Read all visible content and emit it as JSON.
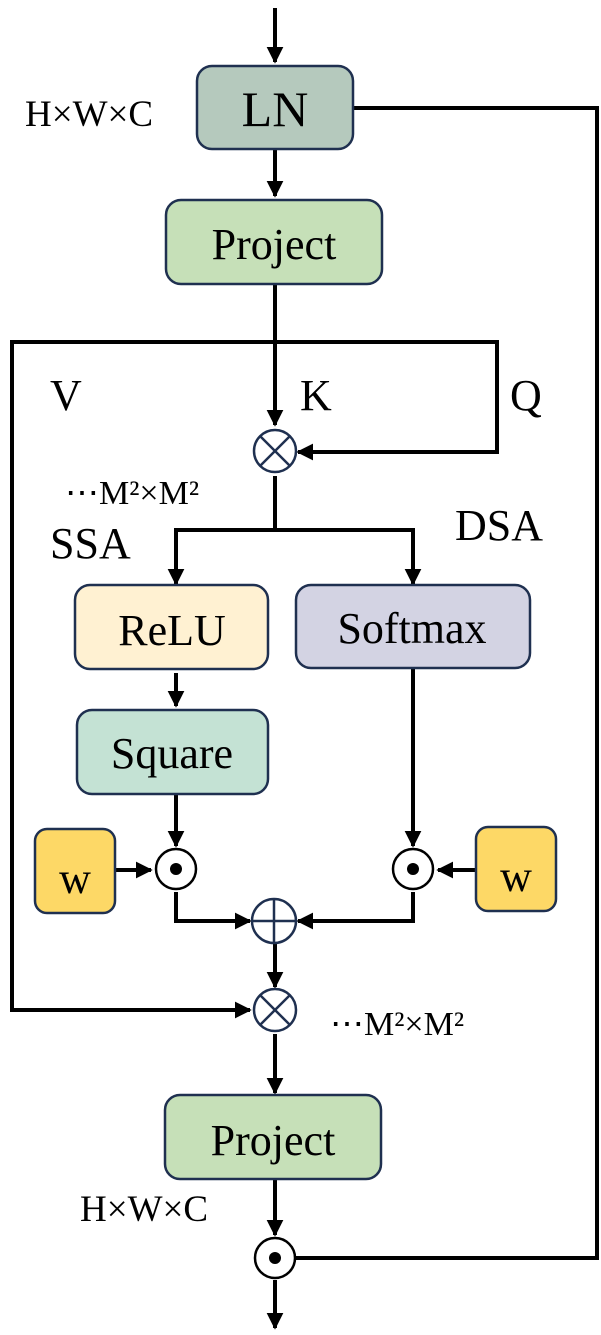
{
  "diagram": {
    "title": "SSA/DSA attention block",
    "dim_input": "H×W×C",
    "dim_output": "H×W×C",
    "dim_attn_top": "⋯M²×M²",
    "dim_attn_bottom": "⋯M²×M²",
    "branch_labels": {
      "v": "V",
      "k": "K",
      "q": "Q",
      "ssa": "SSA",
      "dsa": "DSA"
    },
    "nodes": {
      "ln": {
        "label": "LN",
        "color": "#b5c9bd"
      },
      "project_in": {
        "label": "Project",
        "color": "#c6e0b8"
      },
      "relu": {
        "label": "ReLU",
        "color": "#fff1d2"
      },
      "softmax": {
        "label": "Softmax",
        "color": "#d3d3e3"
      },
      "square": {
        "label": "Square",
        "color": "#c4e2d4"
      },
      "w_left": {
        "label": "w",
        "color": "#fdd866"
      },
      "w_right": {
        "label": "w",
        "color": "#fdd866"
      },
      "project_out": {
        "label": "Project",
        "color": "#c6e0b8"
      }
    },
    "operators": {
      "matmul_qk": "matrix-multiply",
      "hadamard_left": "element-wise-product",
      "hadamard_right": "element-wise-product",
      "add": "element-wise-sum",
      "matmul_v": "matrix-multiply",
      "hadamard_out": "element-wise-product"
    }
  }
}
